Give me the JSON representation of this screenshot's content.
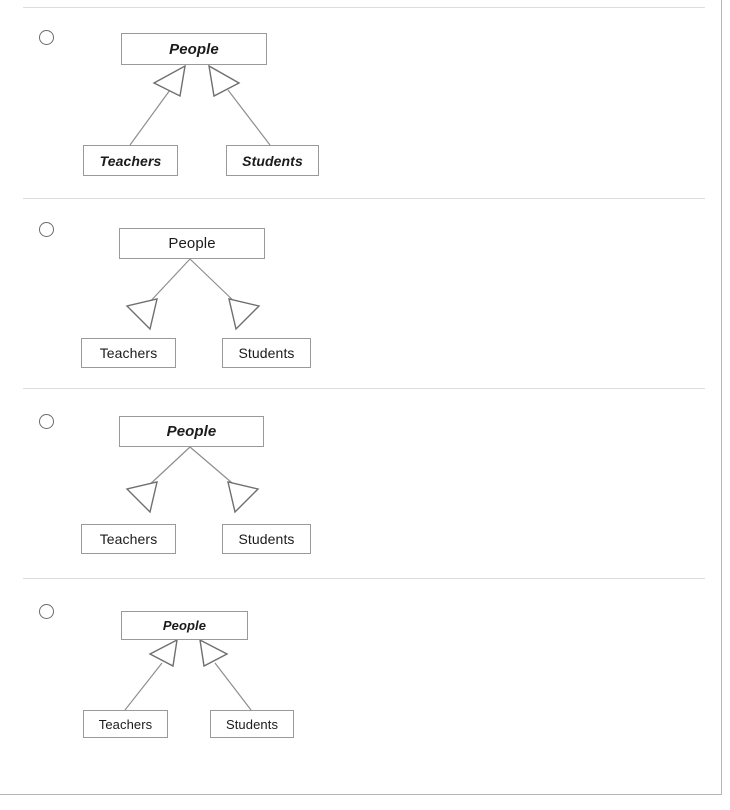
{
  "question": {
    "type": "multiple-choice-uml-generalization",
    "option_count": 4
  },
  "labels": {
    "superclass": "People",
    "subclass_left": "Teachers",
    "subclass_right": "Students"
  },
  "colors": {
    "box_border": "#9a9a9a",
    "edge": "#8e8e8e",
    "arrow_fill": "#ffffff",
    "arrow_stroke": "#6f6f6f",
    "divider": "#dddddd",
    "radio_border": "#6b6b6b",
    "text": "#1b1b1b",
    "background": "#ffffff"
  },
  "options": [
    {
      "id": "option-1",
      "selected": false,
      "superclass_label": "People",
      "superclass_style": "italic",
      "subclass_left_label": "Teachers",
      "subclass_right_label": "Students",
      "subclass_style": "italic",
      "arrow_position": "at-superclass",
      "arrow_direction": "up"
    },
    {
      "id": "option-2",
      "selected": false,
      "superclass_label": "People",
      "superclass_style": "normal",
      "subclass_left_label": "Teachers",
      "subclass_right_label": "Students",
      "subclass_style": "normal",
      "arrow_position": "at-subclass",
      "arrow_direction": "down"
    },
    {
      "id": "option-3",
      "selected": false,
      "superclass_label": "People",
      "superclass_style": "italic",
      "subclass_left_label": "Teachers",
      "subclass_right_label": "Students",
      "subclass_style": "normal",
      "arrow_position": "at-subclass",
      "arrow_direction": "down"
    },
    {
      "id": "option-4",
      "selected": false,
      "superclass_label": "People",
      "superclass_style": "italic",
      "subclass_left_label": "Teachers",
      "subclass_right_label": "Students",
      "subclass_style": "normal",
      "arrow_position": "at-superclass",
      "arrow_direction": "up"
    }
  ]
}
